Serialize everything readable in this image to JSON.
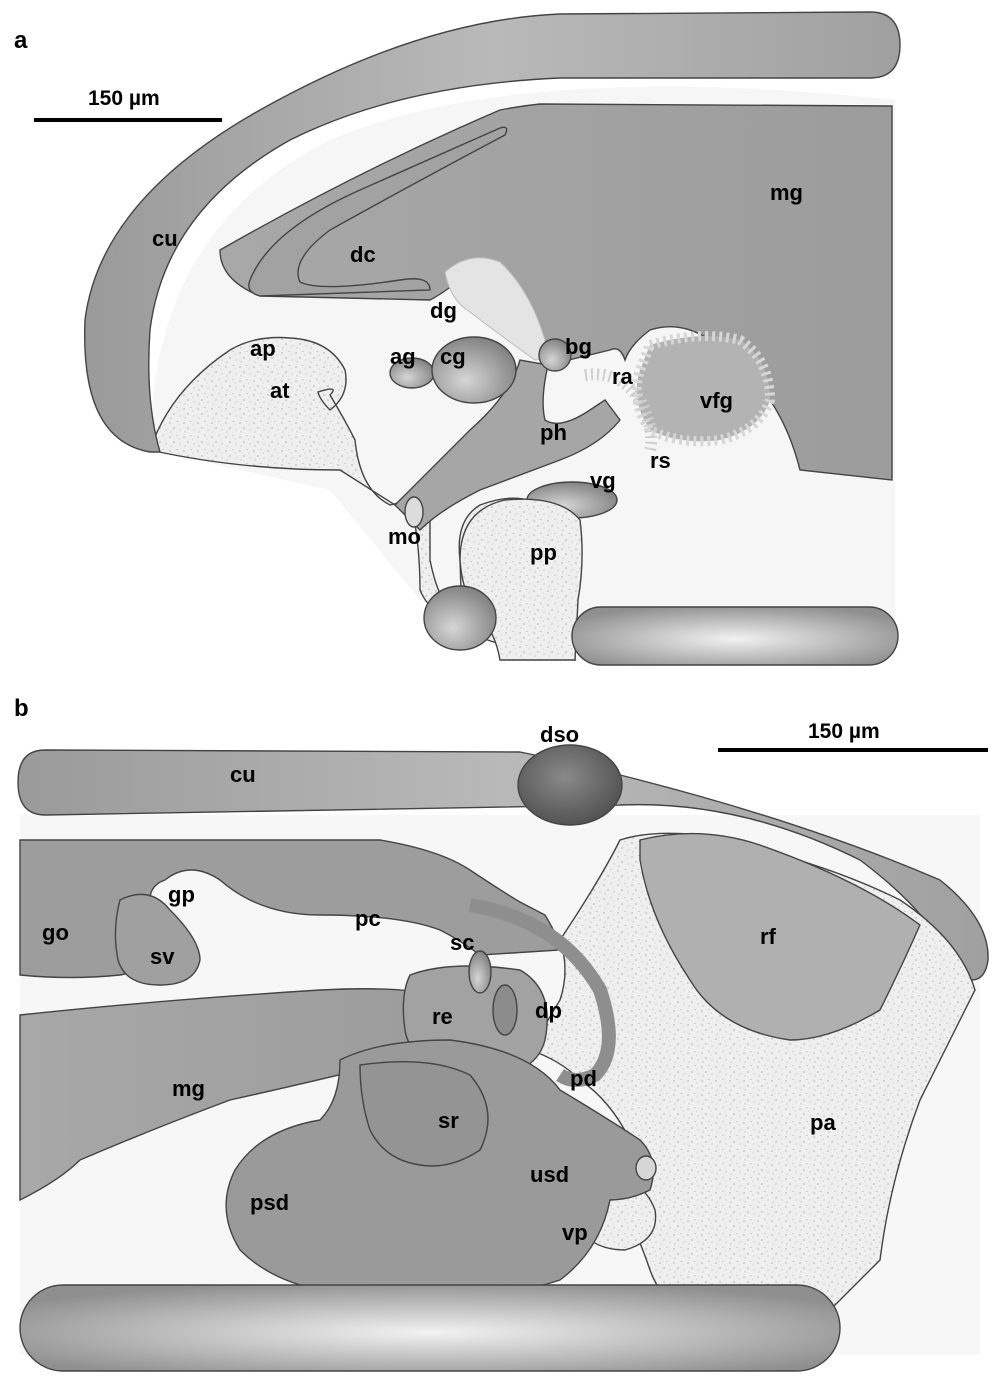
{
  "panels": [
    {
      "letter": "a",
      "scale_bar": "150 µm",
      "labels": {
        "cu": "cu",
        "dc": "dc",
        "mg": "mg",
        "dg": "dg",
        "ap": "ap",
        "at": "at",
        "ag": "ag",
        "cg": "cg",
        "bg": "bg",
        "ra": "ra",
        "vfg": "vfg",
        "ph": "ph",
        "rs": "rs",
        "vg": "vg",
        "mo": "mo",
        "pp": "pp"
      }
    },
    {
      "letter": "b",
      "scale_bar": "150 µm",
      "labels": {
        "dso": "dso",
        "cu": "cu",
        "gp": "gp",
        "go": "go",
        "sv": "sv",
        "pc": "pc",
        "sc": "sc",
        "rf": "rf",
        "re": "re",
        "dp": "dp",
        "pd": "pd",
        "mg": "mg",
        "sr": "sr",
        "pa": "pa",
        "usd": "usd",
        "psd": "psd",
        "vp": "vp"
      }
    }
  ],
  "colors": {
    "cuticle": "#a3a3a3",
    "gut": "#9a9a9a",
    "dark_organ": "#8c8c8c",
    "stipple": "#eeeeee",
    "dso": "#6e6e6e"
  }
}
